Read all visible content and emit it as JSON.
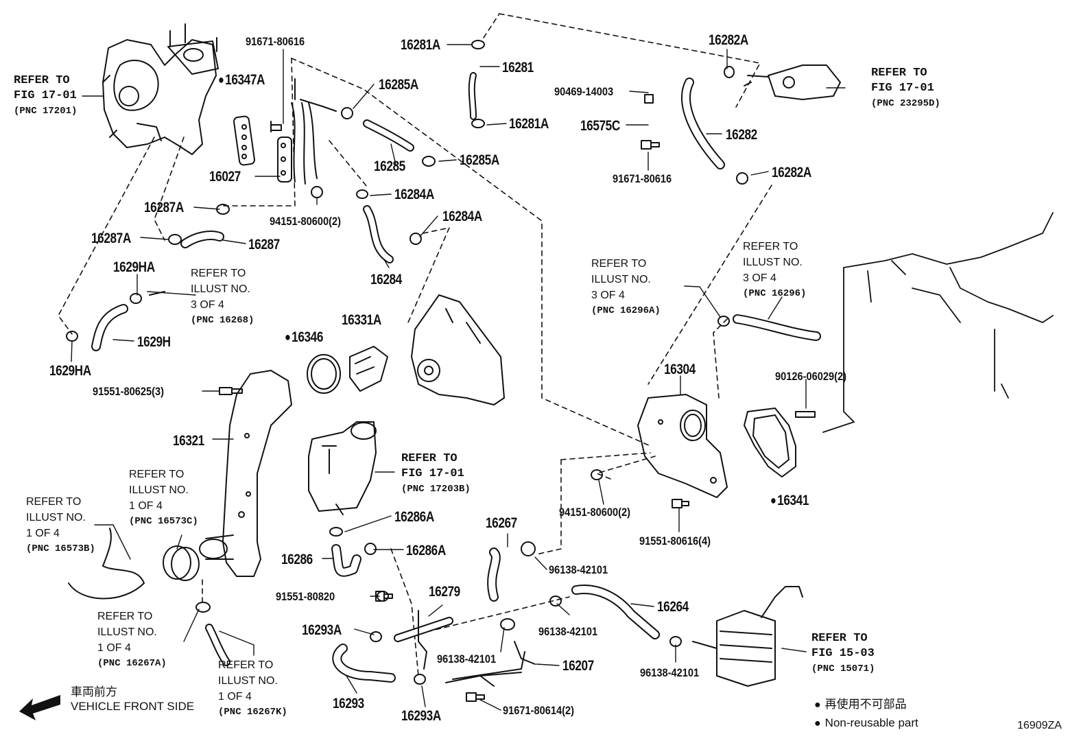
{
  "diagram": {
    "code": "16909ZA",
    "direction": {
      "jp": "車両前方",
      "en": "VEHICLE FRONT SIDE"
    },
    "legend": {
      "jp": "再使用不可部品",
      "en": "Non-reusable part"
    },
    "parts": {
      "p91671_80616_a": "91671-80616",
      "p16347A": "16347A",
      "p16281A_top": "16281A",
      "p16281": "16281",
      "p16281A_bot": "16281A",
      "p16285A_top": "16285A",
      "p16285": "16285",
      "p16285A_bot": "16285A",
      "p16027": "16027",
      "p16284A_top": "16284A",
      "p94151_80600_a": "94151-80600(2)",
      "p16284A_r": "16284A",
      "p16287A_top": "16287A",
      "p16287A_l": "16287A",
      "p16287": "16287",
      "p16284": "16284",
      "p1629HA_top": "1629HA",
      "p1629H": "1629H",
      "p1629HA_bot": "1629HA",
      "p16282A_top": "16282A",
      "p90469_14003": "90469-14003",
      "p16575C": "16575C",
      "p16282": "16282",
      "p91671_80616_b": "91671-80616",
      "p16282A_bot": "16282A",
      "p16346": "16346",
      "p16331A": "16331A",
      "p91551_80625": "91551-80625(3)",
      "p16321": "16321",
      "p16304": "16304",
      "p90126_06029": "90126-06029(2)",
      "p16341": "16341",
      "p94151_80600_b": "94151-80600(2)",
      "p91551_80616": "91551-80616(4)",
      "p16286A_top": "16286A",
      "p16286A_r": "16286A",
      "p16286": "16286",
      "p16267": "16267",
      "p96138_42101_a": "96138-42101",
      "p91551_80820": "91551-80820",
      "p16279": "16279",
      "p16264": "16264",
      "p16293A_top": "16293A",
      "p96138_42101_b": "96138-42101",
      "p96138_42101_c": "96138-42101",
      "p16207": "16207",
      "p96138_42101_d": "96138-42101",
      "p16293": "16293",
      "p16293A_bot": "16293A",
      "p91671_80614": "91671-80614(2)"
    },
    "refs": {
      "fig17_01_a": {
        "l1": "REFER TO",
        "l2": "FIG 17-01",
        "l3": "(PNC 17201)"
      },
      "fig17_01_b": {
        "l1": "REFER TO",
        "l2": "FIG 17-01",
        "l3": "(PNC 23295D)"
      },
      "fig17_01_c": {
        "l1": "REFER TO",
        "l2": "FIG 17-01",
        "l3": "(PNC 17203B)"
      },
      "fig15_03": {
        "l1": "REFER TO",
        "l2": "FIG 15-03",
        "l3": "(PNC 15071)"
      },
      "ill_16268": {
        "l1": "REFER TO",
        "l2": "ILLUST NO.",
        "l3": "3 OF 4",
        "l4": "(PNC 16268)"
      },
      "ill_16296A": {
        "l1": "REFER TO",
        "l2": "ILLUST NO.",
        "l3": "3 OF 4",
        "l4": "(PNC 16296A)"
      },
      "ill_16296": {
        "l1": "REFER TO",
        "l2": "ILLUST NO.",
        "l3": "3 OF 4",
        "l4": "(PNC 16296)"
      },
      "ill_16573C": {
        "l1": "REFER TO",
        "l2": "ILLUST NO.",
        "l3": "1 OF 4",
        "l4": "(PNC 16573C)"
      },
      "ill_16573B": {
        "l1": "REFER TO",
        "l2": "ILLUST NO.",
        "l3": "1 OF 4",
        "l4": "(PNC 16573B)"
      },
      "ill_16267A": {
        "l1": "REFER TO",
        "l2": "ILLUST NO.",
        "l3": "1 OF 4",
        "l4": "(PNC 16267A)"
      },
      "ill_16267K": {
        "l1": "REFER TO",
        "l2": "ILLUST NO.",
        "l3": "1 OF 4",
        "l4": "(PNC 16267K)"
      }
    }
  }
}
